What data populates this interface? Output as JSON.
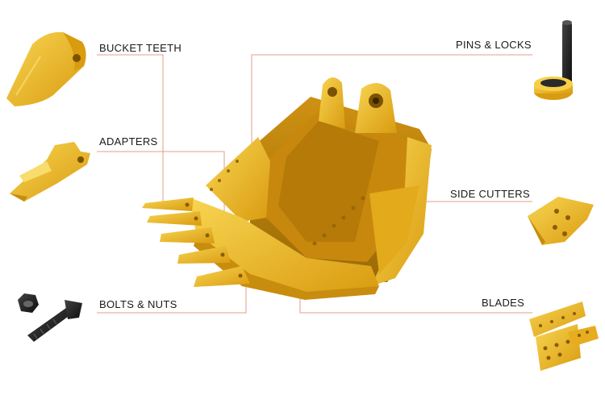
{
  "labels": {
    "bucket_teeth": "BUCKET TEETH",
    "adapters": "ADAPTERS",
    "bolts_nuts": "BOLTS & NUTS",
    "pins_locks": "PINS & LOCKS",
    "side_cutters": "SIDE CUTTERS",
    "blades": "BLADES"
  },
  "colors": {
    "part_yellow": "#f2c12e",
    "part_shade": "#d59a12",
    "leader_line": "#e0a183",
    "hardware_black": "#1c1c1c"
  }
}
